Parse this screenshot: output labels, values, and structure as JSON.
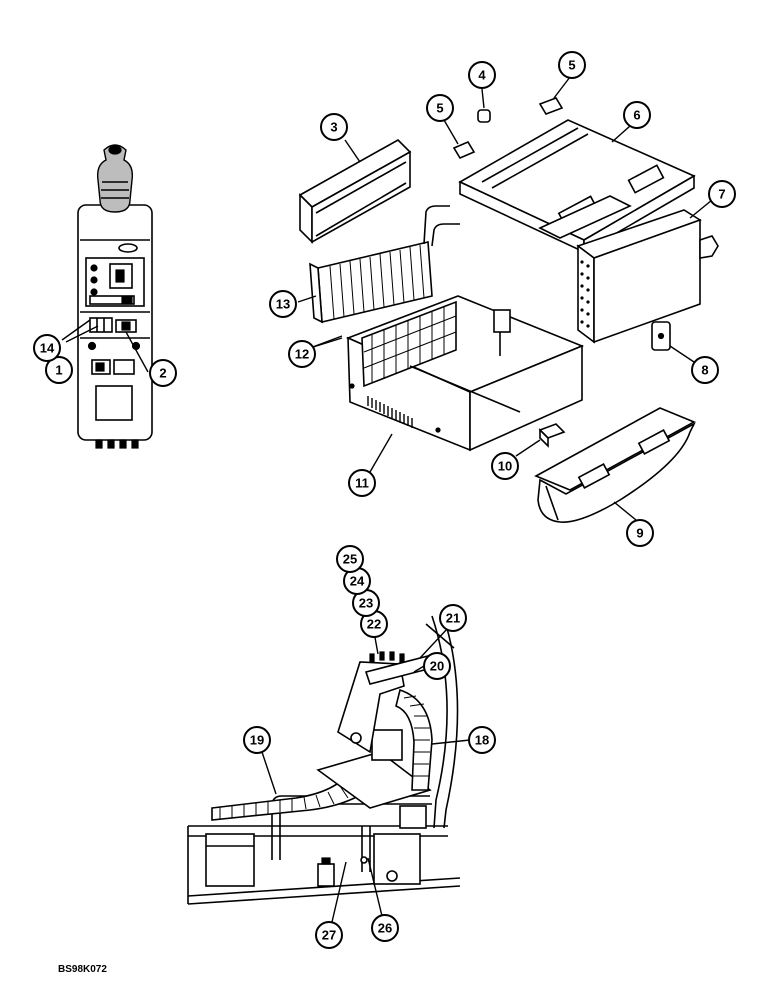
{
  "figure_code": "BS98K072",
  "callouts": [
    {
      "id": "c1",
      "label": "1"
    },
    {
      "id": "c2",
      "label": "2"
    },
    {
      "id": "c3",
      "label": "3"
    },
    {
      "id": "c4",
      "label": "4"
    },
    {
      "id": "c5a",
      "label": "5"
    },
    {
      "id": "c5b",
      "label": "5"
    },
    {
      "id": "c6",
      "label": "6"
    },
    {
      "id": "c7",
      "label": "7"
    },
    {
      "id": "c8",
      "label": "8"
    },
    {
      "id": "c9",
      "label": "9"
    },
    {
      "id": "c10",
      "label": "10"
    },
    {
      "id": "c11",
      "label": "11"
    },
    {
      "id": "c12",
      "label": "12"
    },
    {
      "id": "c13",
      "label": "13"
    },
    {
      "id": "c14",
      "label": "14"
    },
    {
      "id": "c18",
      "label": "18"
    },
    {
      "id": "c19",
      "label": "19"
    },
    {
      "id": "c20",
      "label": "20"
    },
    {
      "id": "c21",
      "label": "21"
    },
    {
      "id": "c22",
      "label": "22"
    },
    {
      "id": "c23",
      "label": "23"
    },
    {
      "id": "c24",
      "label": "24"
    },
    {
      "id": "c25",
      "label": "25"
    },
    {
      "id": "c26",
      "label": "26"
    },
    {
      "id": "c27",
      "label": "27"
    }
  ]
}
